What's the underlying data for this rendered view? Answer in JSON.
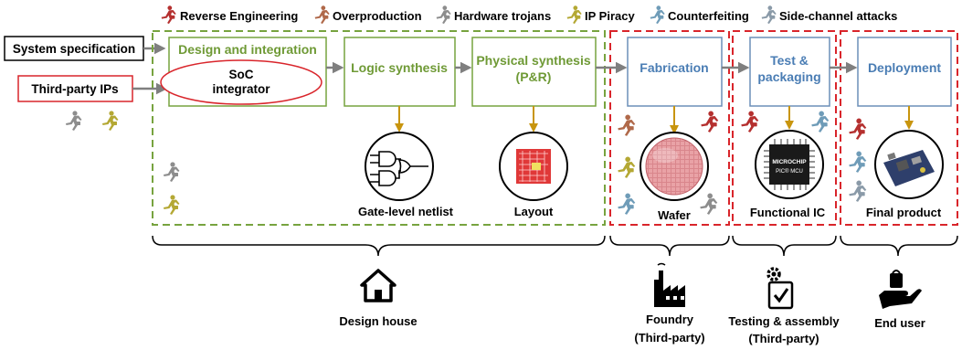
{
  "legend": [
    {
      "label": "Reverse Engineering",
      "color": "#b5302f"
    },
    {
      "label": "Overproduction",
      "color": "#b0694a"
    },
    {
      "label": "Hardware trojans",
      "color": "#8d8d8d"
    },
    {
      "label": "IP Piracy",
      "color": "#b4a834"
    },
    {
      "label": "Counterfeiting",
      "color": "#6f9cb8"
    },
    {
      "label": "Side-channel attacks",
      "color": "#8a9aa8"
    }
  ],
  "inputs": {
    "system_spec": "System specification",
    "third_party_ips": "Third-party IPs"
  },
  "stages": {
    "design_integration": "Design and integration",
    "soc_integrator_line1": "SoC",
    "soc_integrator_line2": "integrator",
    "logic_synthesis": "Logic synthesis",
    "physical_line1": "Physical synthesis",
    "physical_line2": "(P&R)",
    "fabrication": "Fabrication",
    "test_line1": "Test &",
    "test_line2": "packaging",
    "deployment": "Deployment"
  },
  "outputs": {
    "netlist": "Gate-level netlist",
    "layout": "Layout",
    "wafer": "Wafer",
    "functional_ic": "Functional IC",
    "final_product": "Final product"
  },
  "chip_labels": {
    "brand": "MICROCHIP",
    "model": "PIC® MCU"
  },
  "parties": {
    "design_house": "Design house",
    "foundry_line1": "Foundry",
    "foundry_line2": "(Third-party)",
    "testing_line1": "Testing & assembly",
    "testing_line2": "(Third-party)",
    "end_user": "End user"
  },
  "colors": {
    "green": "#77a33f",
    "green_text": "#6f9a36",
    "blue": "#4a7db4",
    "blue_box": "#6b8fb8",
    "red": "#d9252b",
    "arrow_gray": "#7f7f7f",
    "down_arrow": "#c8950e"
  }
}
